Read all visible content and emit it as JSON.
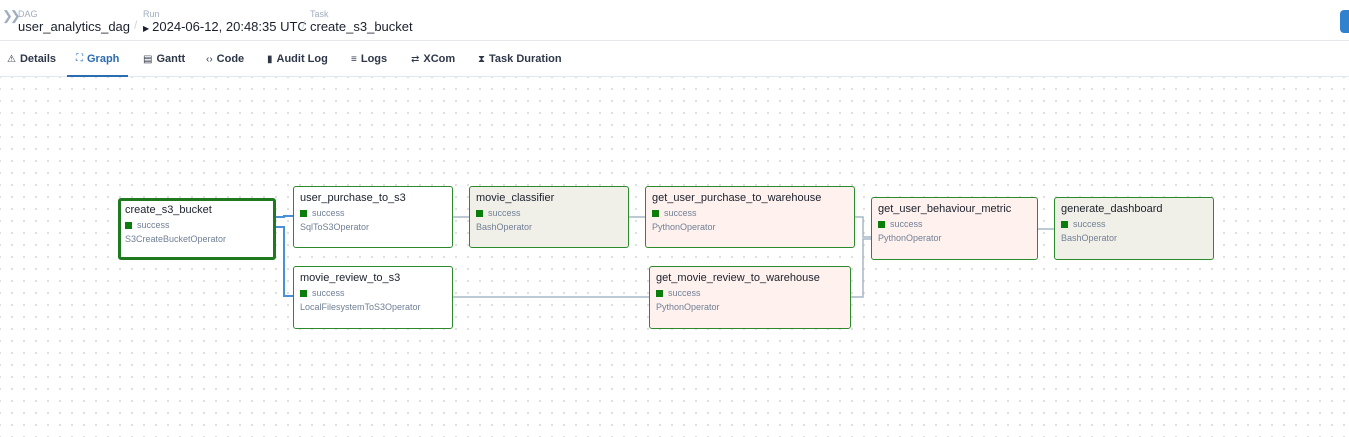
{
  "breadcrumb": {
    "dag": {
      "label": "DAG",
      "value": "user_analytics_dag"
    },
    "run": {
      "label": "Run",
      "value": "2024-06-12, 20:48:35 UTC"
    },
    "task": {
      "label": "Task",
      "value": "create_s3_bucket"
    }
  },
  "tabs": [
    {
      "label": "Details",
      "icon": "warning-icon"
    },
    {
      "label": "Graph",
      "icon": "graph-icon"
    },
    {
      "label": "Gantt",
      "icon": "gantt-icon"
    },
    {
      "label": "Code",
      "icon": "code-icon"
    },
    {
      "label": "Audit Log",
      "icon": "file-icon"
    },
    {
      "label": "Logs",
      "icon": "list-icon"
    },
    {
      "label": "XCom",
      "icon": "arrows-icon"
    },
    {
      "label": "Task Duration",
      "icon": "hourglass-icon"
    }
  ],
  "active_tab": "Graph",
  "colors": {
    "success": "#0a7d0a",
    "python_bg": "#fff1ee",
    "bash_bg": "#f1f0e8",
    "edge": "#a7b8c8",
    "edge_selected": "#4a90d9"
  },
  "nodes": [
    {
      "name": "create_s3_bucket",
      "state": "success",
      "operator": "S3CreateBucketOperator"
    },
    {
      "name": "user_purchase_to_s3",
      "state": "success",
      "operator": "SqlToS3Operator"
    },
    {
      "name": "movie_review_to_s3",
      "state": "success",
      "operator": "LocalFilesystemToS3Operator"
    },
    {
      "name": "movie_classifier",
      "state": "success",
      "operator": "BashOperator"
    },
    {
      "name": "get_user_purchase_to_warehouse",
      "state": "success",
      "operator": "PythonOperator"
    },
    {
      "name": "get_movie_review_to_warehouse",
      "state": "success",
      "operator": "PythonOperator"
    },
    {
      "name": "get_user_behaviour_metric",
      "state": "success",
      "operator": "PythonOperator"
    },
    {
      "name": "generate_dashboard",
      "state": "success",
      "operator": "BashOperator"
    }
  ]
}
